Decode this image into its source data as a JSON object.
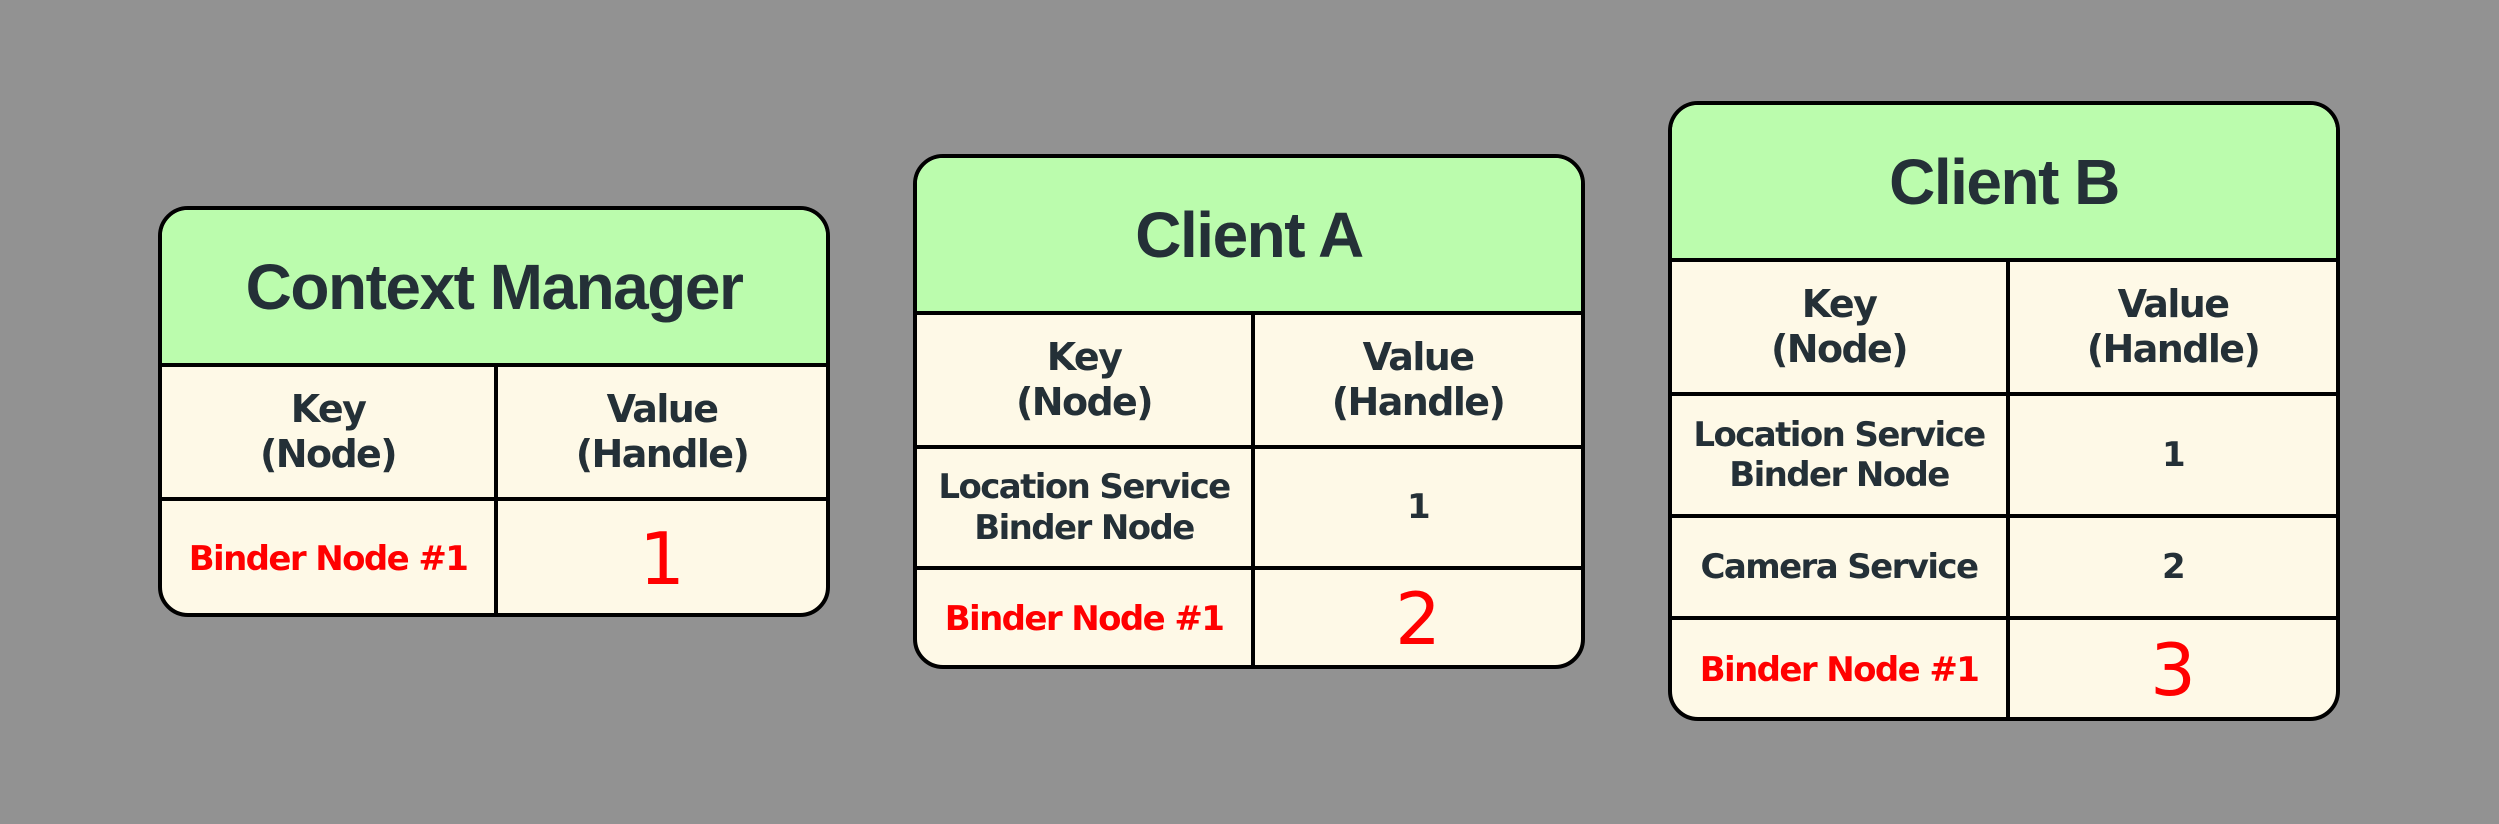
{
  "colors": {
    "background": "#929292",
    "header": "#bbfcad",
    "body": "#fef9e7",
    "text": "#243037",
    "highlight": "#ff0000",
    "border": "#000000"
  },
  "tables": [
    {
      "title": "Context Manager",
      "columns": {
        "key": "Key\n(Node)",
        "value": "Value\n(Handle)"
      },
      "rows": [
        {
          "key": "Binder Node #1",
          "value": "1",
          "highlight": true
        }
      ]
    },
    {
      "title": "Client A",
      "columns": {
        "key": "Key\n(Node)",
        "value": "Value\n(Handle)"
      },
      "rows": [
        {
          "key": "Location Service\nBinder Node",
          "value": "1",
          "highlight": false
        },
        {
          "key": "Binder Node #1",
          "value": "2",
          "highlight": true
        }
      ]
    },
    {
      "title": "Client B",
      "columns": {
        "key": "Key\n(Node)",
        "value": "Value\n(Handle)"
      },
      "rows": [
        {
          "key": "Location Service\nBinder Node",
          "value": "1",
          "highlight": false
        },
        {
          "key": "Camera Service",
          "value": "2",
          "highlight": false
        },
        {
          "key": "Binder Node #1",
          "value": "3",
          "highlight": true
        }
      ]
    }
  ]
}
